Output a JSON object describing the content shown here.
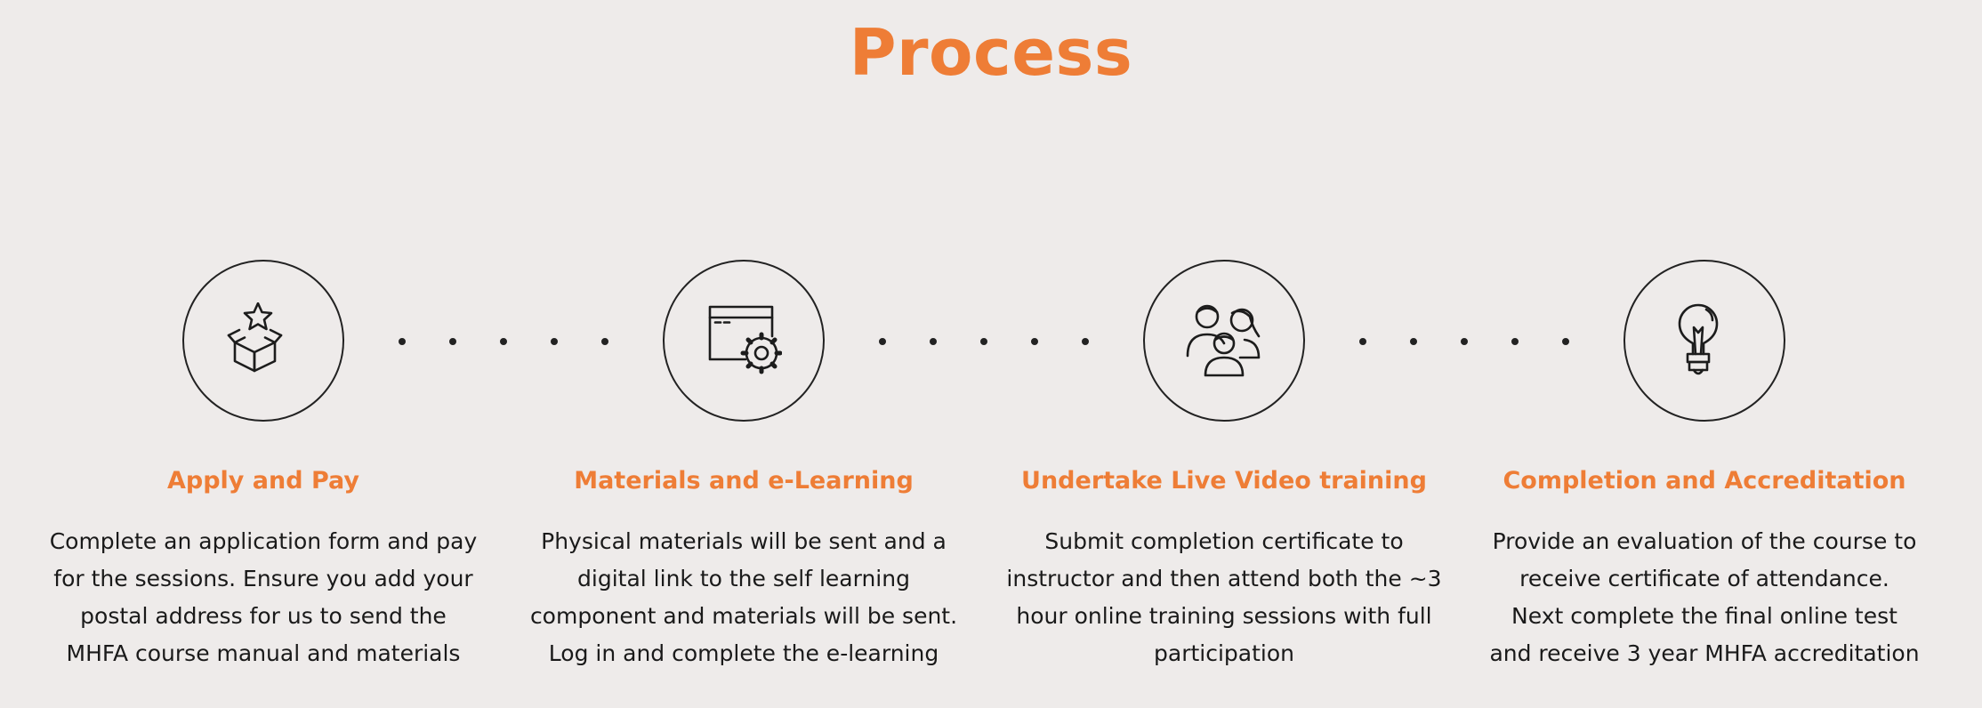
{
  "colors": {
    "accent": "#ee7d36",
    "background": "#eeebea",
    "icon": "#1c1c1c",
    "text": "#1a1a1a"
  },
  "page": {
    "title": "Process"
  },
  "steps": [
    {
      "icon": "box-star-icon",
      "title": "Apply and Pay",
      "lines": [
        "Complete an application form and pay",
        "for the sessions. Ensure you add your",
        "postal address for us to send the",
        "MHFA course manual and materials"
      ]
    },
    {
      "icon": "browser-gear-icon",
      "title": "Materials and e-Learning",
      "lines": [
        "Physical materials will be sent and a",
        "digital link to the self learning",
        "component and materials will be sent.",
        "Log in and complete the e-learning"
      ]
    },
    {
      "icon": "people-group-icon",
      "title": "Undertake Live Video training",
      "lines": [
        "Submit completion certificate to",
        "instructor and then attend both the ~3",
        "hour online training sessions with full",
        "participation"
      ]
    },
    {
      "icon": "lightbulb-icon",
      "title": "Completion and Accreditation",
      "lines": [
        "Provide an evaluation of the course to",
        "receive certificate of attendance.",
        "Next complete the final online test",
        "and receive 3 year MHFA accreditation"
      ]
    }
  ]
}
